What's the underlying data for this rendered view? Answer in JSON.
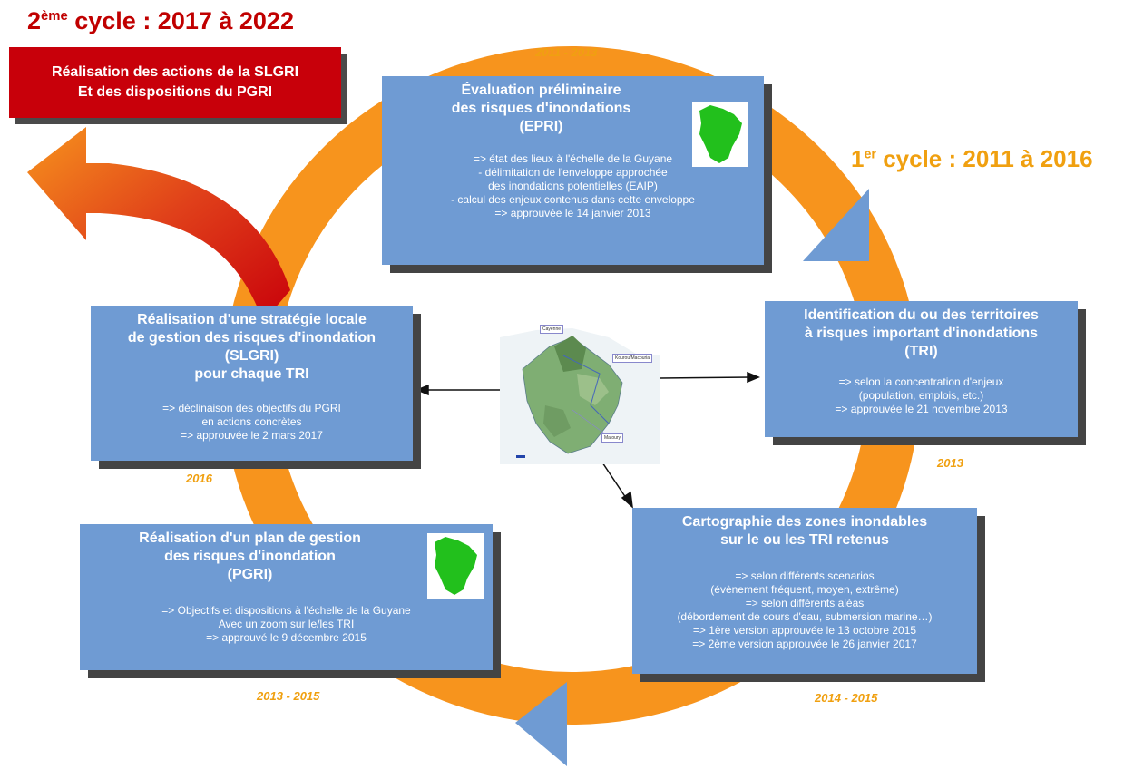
{
  "cycle2": {
    "sup": "ème",
    "before": "2",
    "after": " cycle : 2017 à 2022",
    "color": "#c00000"
  },
  "cycle1": {
    "sup": "er",
    "before": "1",
    "after": " cycle : 2011 à 2016",
    "color": "#f0a010"
  },
  "red_box": {
    "lines": [
      "Réalisation des actions de la SLGRI",
      "Et des dispositions du PGRI"
    ]
  },
  "steps": {
    "epri": {
      "year": "2011 - 2013",
      "title": [
        "Évaluation préliminaire",
        "des risques d'inondations",
        "(EPRI)"
      ],
      "body": [
        "=> état des lieux à l'échelle de la Guyane",
        "- délimitation de l'enveloppe approchée",
        "des inondations potentielles (EAIP)",
        "- calcul des enjeux contenus dans cette enveloppe",
        "=> approuvée le 14 janvier 2013"
      ]
    },
    "tri": {
      "year": "2013",
      "title": [
        "Identification du ou des territoires",
        "à risques important d'inondations",
        "(TRI)"
      ],
      "body": [
        "=> selon la concentration d'enjeux",
        "(population, emplois, etc.)",
        "=> approuvée le 21 novembre 2013"
      ]
    },
    "carto": {
      "year": "2014 - 2015",
      "title": [
        "Cartographie des zones inondables",
        "sur le ou les TRI retenus"
      ],
      "body": [
        "=> selon différents scenarios",
        "(évènement fréquent, moyen, extrême)",
        "=> selon différents aléas",
        "(débordement de cours d'eau, submersion marine…)",
        "=> 1ère version approuvée le 13 octobre 2015",
        "=> 2ème version approuvée le 26 janvier 2017"
      ]
    },
    "pgri": {
      "year": "2013 - 2015",
      "title": [
        "Réalisation d'un plan de gestion",
        "des risques d'inondation",
        "(PGRI)"
      ],
      "body": [
        "=> Objectifs et dispositions à l'échelle de la Guyane",
        "Avec un zoom sur le/les TRI",
        "=> approuvé le 9 décembre 2015"
      ]
    },
    "slgri": {
      "year": "2016",
      "title": [
        "Réalisation d'une stratégie locale",
        "de gestion des risques d'inondation",
        "(SLGRI)",
        "pour chaque TRI"
      ],
      "body": [
        "=> déclinaison des objectifs du PGRI",
        "en actions concrètes",
        "=> approuvée le 2 mars 2017"
      ]
    }
  },
  "center_map": {
    "labels": [
      "Cayenne",
      "Kourou/Macouria",
      "Matoury"
    ]
  },
  "colors": {
    "ring": "#f7941d",
    "box": "#6f9bd3",
    "red": "#c8000a",
    "guyane": "#22c01c",
    "arrowhead": "#6f9bd3"
  }
}
